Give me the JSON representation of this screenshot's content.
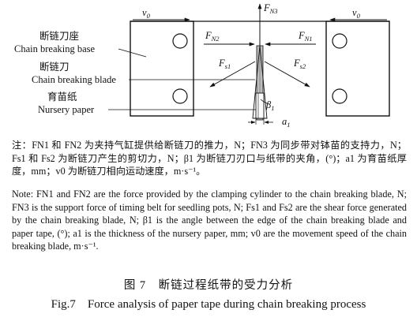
{
  "diagram": {
    "velocity_left": "v",
    "velocity_left_sub": "0",
    "velocity_right": "v",
    "velocity_right_sub": "0",
    "label_base_zh": "断链刀座",
    "label_base_en": "Chain breaking base",
    "label_blade_zh": "断链刀",
    "label_blade_en": "Chain breaking blade",
    "label_paper_zh": "育苗纸",
    "label_paper_en": "Nursery paper",
    "force_n3": "F",
    "force_n3_sub": "N3",
    "force_n2": "F",
    "force_n2_sub": "N2",
    "force_n1": "F",
    "force_n1_sub": "N1",
    "force_s1": "F",
    "force_s1_sub": "s1",
    "force_s2": "F",
    "force_s2_sub": "s2",
    "angle_beta": "β",
    "angle_beta_sub": "1",
    "thickness_a": "a",
    "thickness_a_sub": "1"
  },
  "note_zh": "注：FN1 和 FN2 为夹持气缸提供给断链刀的推力，N；FN3 为同步带对钵苗的支持力，N；Fs1 和 Fs2 为断链刀产生的剪切力，N；β1 为断链刀刃口与纸带的夹角，(°)；a1 为育苗纸厚度，mm；v0 为断链刀相向运动速度，m·s⁻¹。",
  "note_en": "Note: FN1 and FN2 are the force provided by the clamping cylinder to the chain breaking blade, N; FN3 is the support force of timing belt for seedling pots, N; Fs1 and Fs2 are the shear force generated by the chain breaking blade, N; β1 is the angle between the edge of the chain breaking blade and paper tape, (°); a1 is the thickness of the nursery paper, mm; v0 are the movement speed of the chain breaking blade, m·s⁻¹.",
  "caption_zh": "图 7　断链过程纸带的受力分析",
  "caption_en": "Fig.7　Force analysis of paper tape during chain breaking process"
}
